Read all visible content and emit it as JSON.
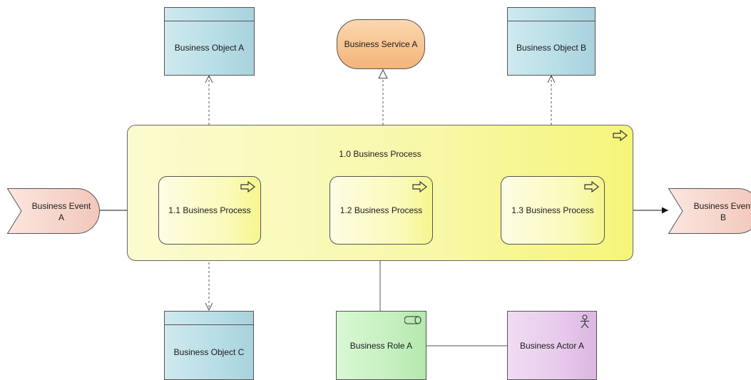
{
  "diagram": {
    "group_label": "1.0 Business Process",
    "processes": [
      {
        "label": "1.1 Business Process"
      },
      {
        "label": "1.2 Business Process"
      },
      {
        "label": "1.3 Business Process"
      }
    ],
    "objects": {
      "a": "Business Object A",
      "b": "Business Object B",
      "c": "Business Object C"
    },
    "service": "Business Service A",
    "events": {
      "a": {
        "line1": "Business Event",
        "line2": "A"
      },
      "b": {
        "line1": "Business Event",
        "line2": "B"
      }
    },
    "role": "Business Role A",
    "actor": "Business Actor A",
    "icons": {
      "process": "process-arrow-icon",
      "role": "role-cylinder-icon",
      "actor": "stick-figure-icon"
    },
    "colors": {
      "process": "#f8f8a8",
      "object": "#b7dde6",
      "service": "#f3b478",
      "event": "#f6d0c6",
      "role": "#c6f0c0",
      "actor": "#e7caeb"
    }
  }
}
